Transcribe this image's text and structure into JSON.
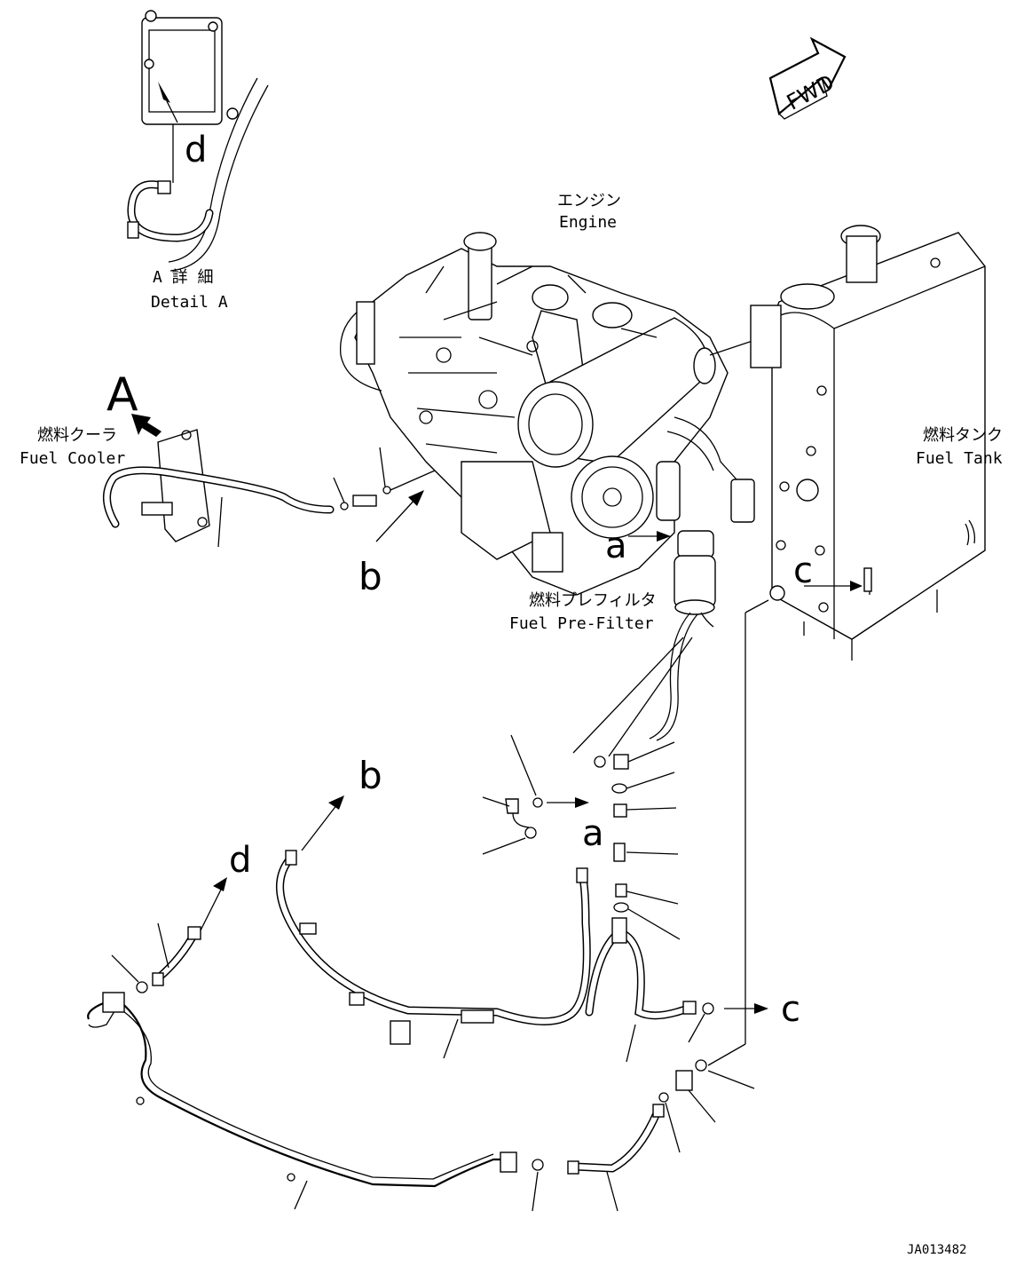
{
  "labels": {
    "fwd": "FWD",
    "detail_a_jp": "A 詳 細",
    "detail_a_en": "Detail A",
    "engine_jp": "エンジン",
    "engine_en": "Engine",
    "fuel_cooler_jp": "燃料クーラ",
    "fuel_cooler_en": "Fuel Cooler",
    "fuel_tank_jp": "燃料タンク",
    "fuel_tank_en": "Fuel Tank",
    "prefilter_jp": "燃料プレフィルタ",
    "prefilter_en": "Fuel Pre-Filter",
    "view_a": "A",
    "letter_a": "a",
    "letter_b": "b",
    "letter_c": "c",
    "letter_d": "d",
    "drawing_no": "JA013482"
  }
}
